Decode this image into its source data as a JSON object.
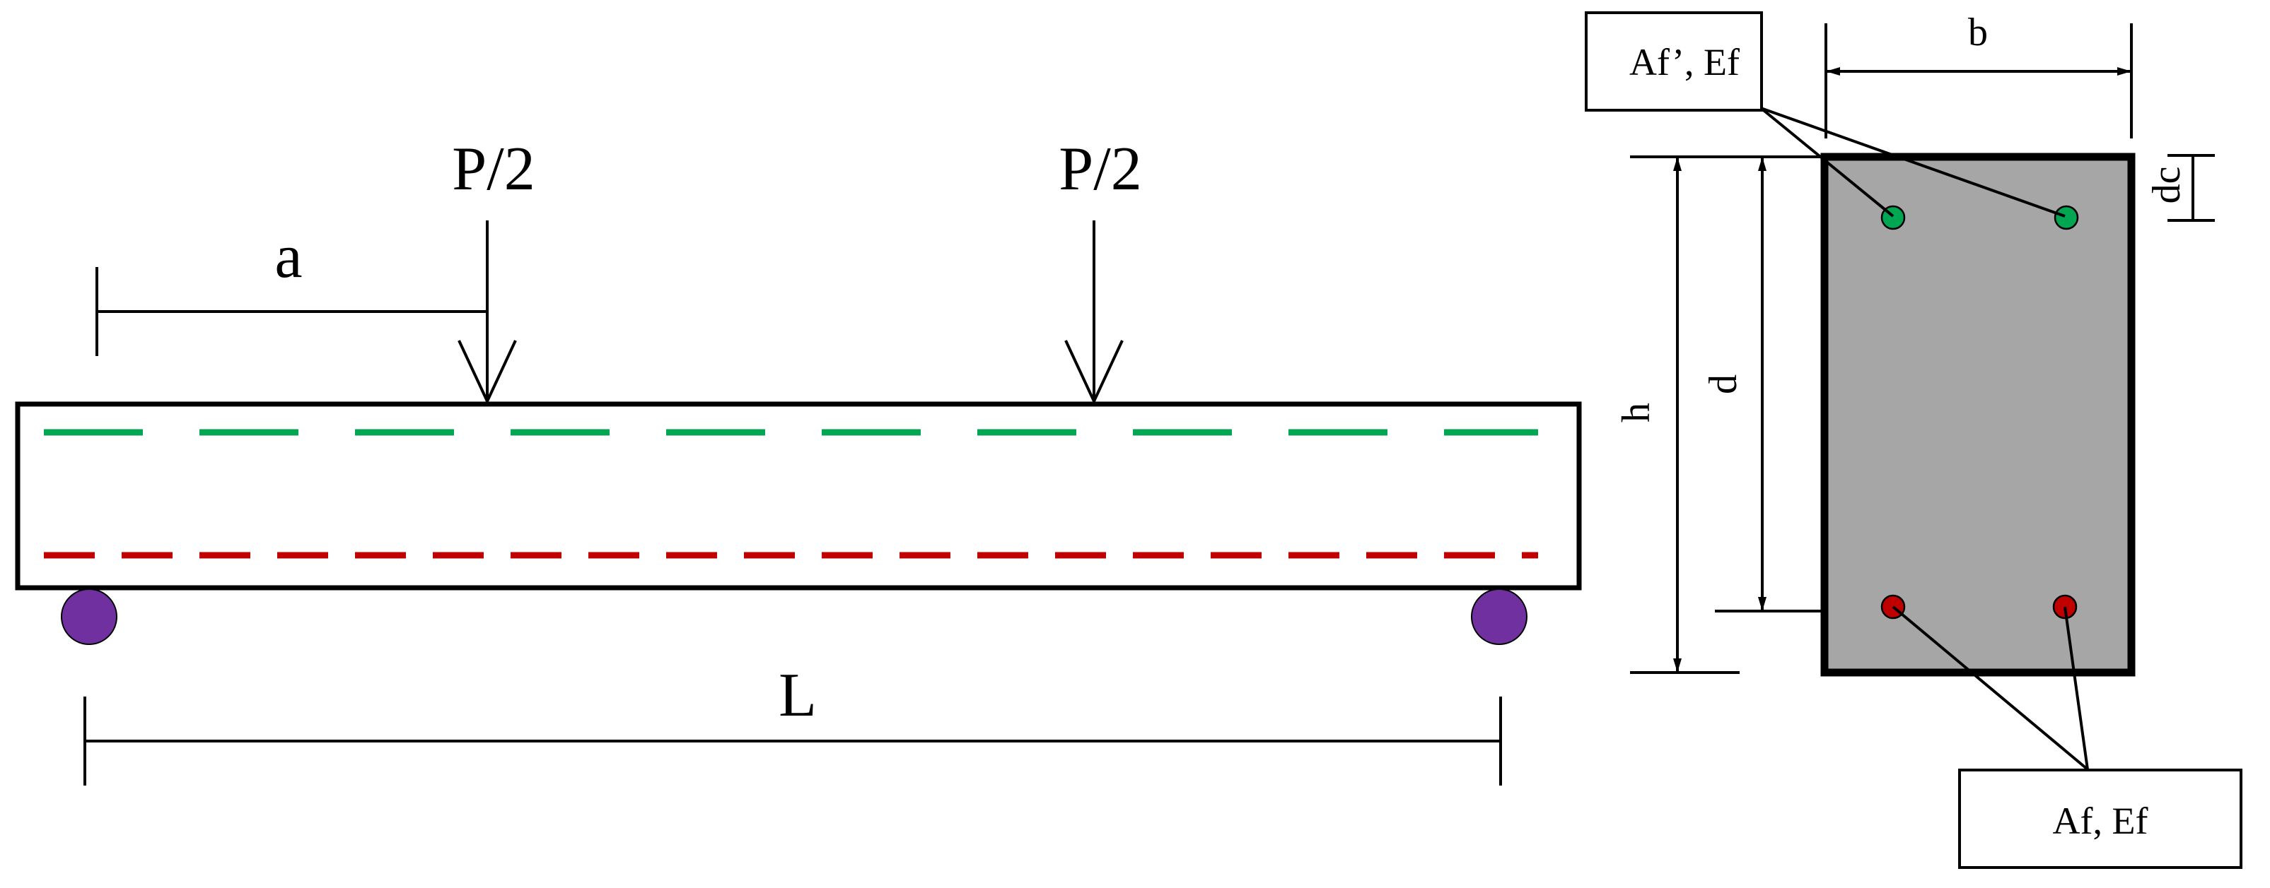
{
  "beam": {
    "load_left": "P/2",
    "load_right": "P/2",
    "shear_span": "a",
    "span": "L"
  },
  "section": {
    "width": "b",
    "height": "h",
    "effective_depth": "d",
    "cover": "dc",
    "top_reinforcement": "Af’, Ef",
    "bottom_reinforcement": "Af, Ef"
  },
  "colors": {
    "top_bars": "#00a651",
    "bottom_bars": "#c00000",
    "supports": "#7030a0",
    "section_fill": "#a6a6a6",
    "lines": "#000000"
  }
}
